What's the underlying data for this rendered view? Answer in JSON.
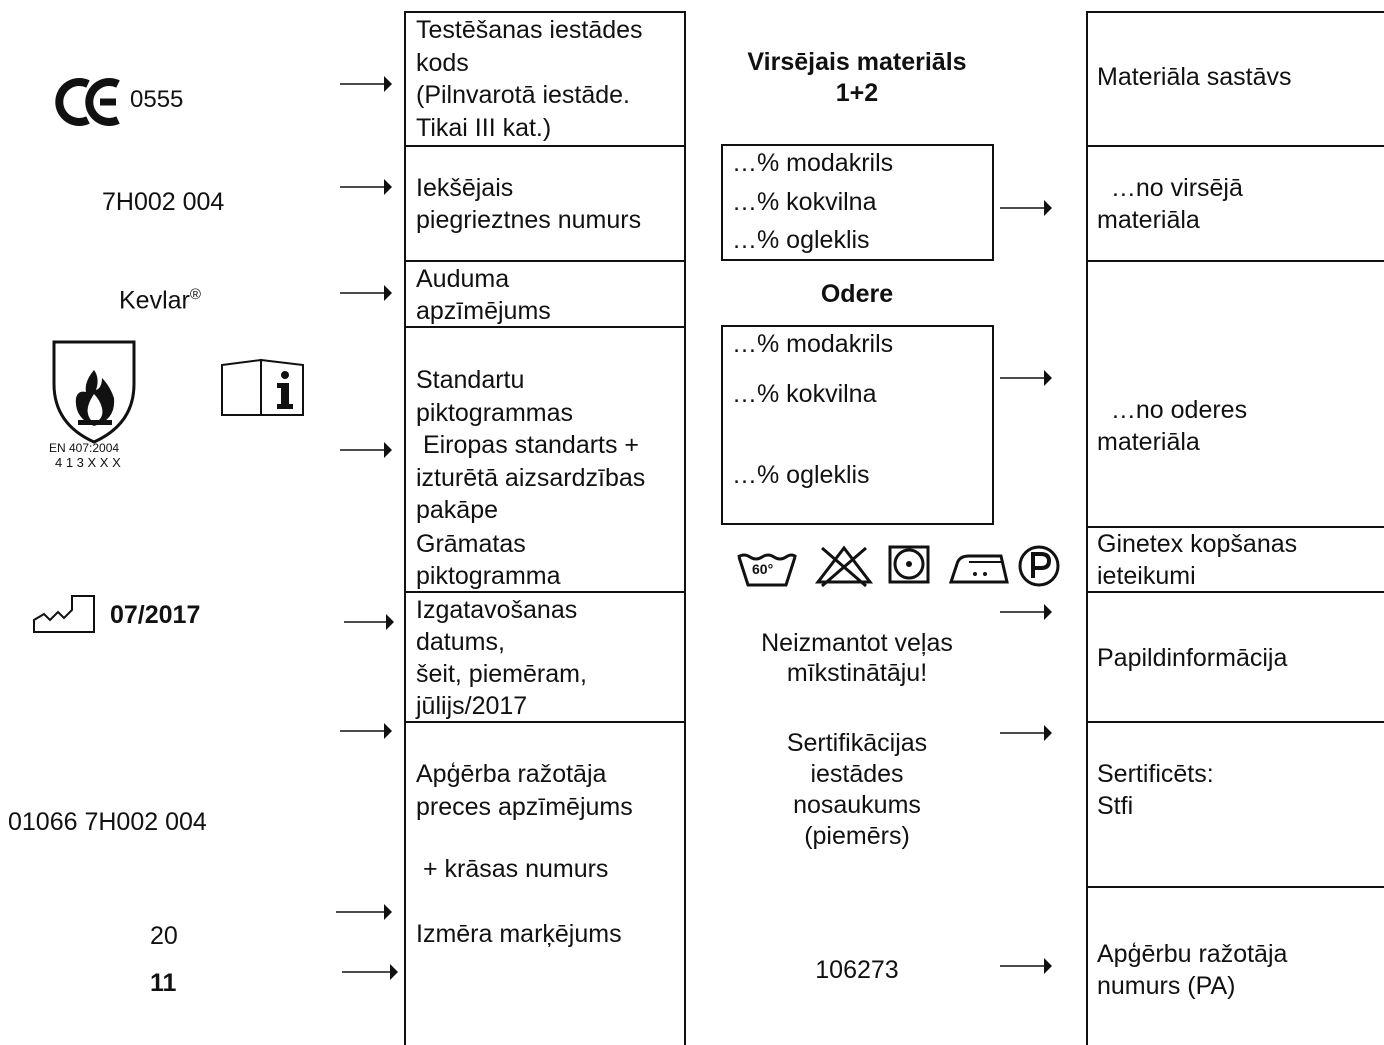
{
  "left": {
    "ce_mark": "0555",
    "cut_number": "7H002 004",
    "fabric_name": "Kevlar",
    "fabric_reg": "®",
    "standard": "EN 407:2004",
    "standard_code": "4 1 3 X X X",
    "manufacture_date": "07/2017",
    "article": "01066 7H002 004",
    "size_a": "20",
    "size_b": "11"
  },
  "middle": {
    "cells": [
      "Testēšanas iestādes\nkods\n(Pilnvarotā iestāde.\nTikai III kat.)",
      "Iekšējais\npiegrieztnes numurs",
      "Auduma\napzīmējums",
      "Standartu\npiktogrammas\n Eiropas standarts +\nizturētā aizsardzības\npakāpe",
      "Grāmatas\npiktogramma",
      "Izgatavošanas\ndatums,\nšeit, piemēram,\njūlijs/2017",
      "Apģērba ražotāja\npreces apzīmējums",
      " + krāsas numurs",
      "Izmēra marķējums"
    ]
  },
  "center": {
    "upper_title": "Virsējais materiāls\n1+2",
    "upper_items": [
      "…% modakrils",
      "…% kokvilna",
      "…% ogleklis"
    ],
    "lining_title": "Odere",
    "lining_items": [
      "…% modakrils",
      "…% kokvilna",
      "…% ogleklis"
    ],
    "wash_temp": "60°",
    "note": "Neizmantot veļas\nmīkstinātāju!",
    "cert_body": "Sertifikācijas\niestādes\nnosaukums\n(piemērs)",
    "pa_number": "106273"
  },
  "right": {
    "cells": [
      "Materiāla sastāvs",
      "  …no virsējā\nmateriāla",
      "  …no oderes\nmateriāla",
      "Ginetex kopšanas\nieteikumi",
      "Papildinformācija",
      "Sertificēts:\nStfi",
      "Apģērbu ražotāja\nnumurs (PA)"
    ]
  }
}
